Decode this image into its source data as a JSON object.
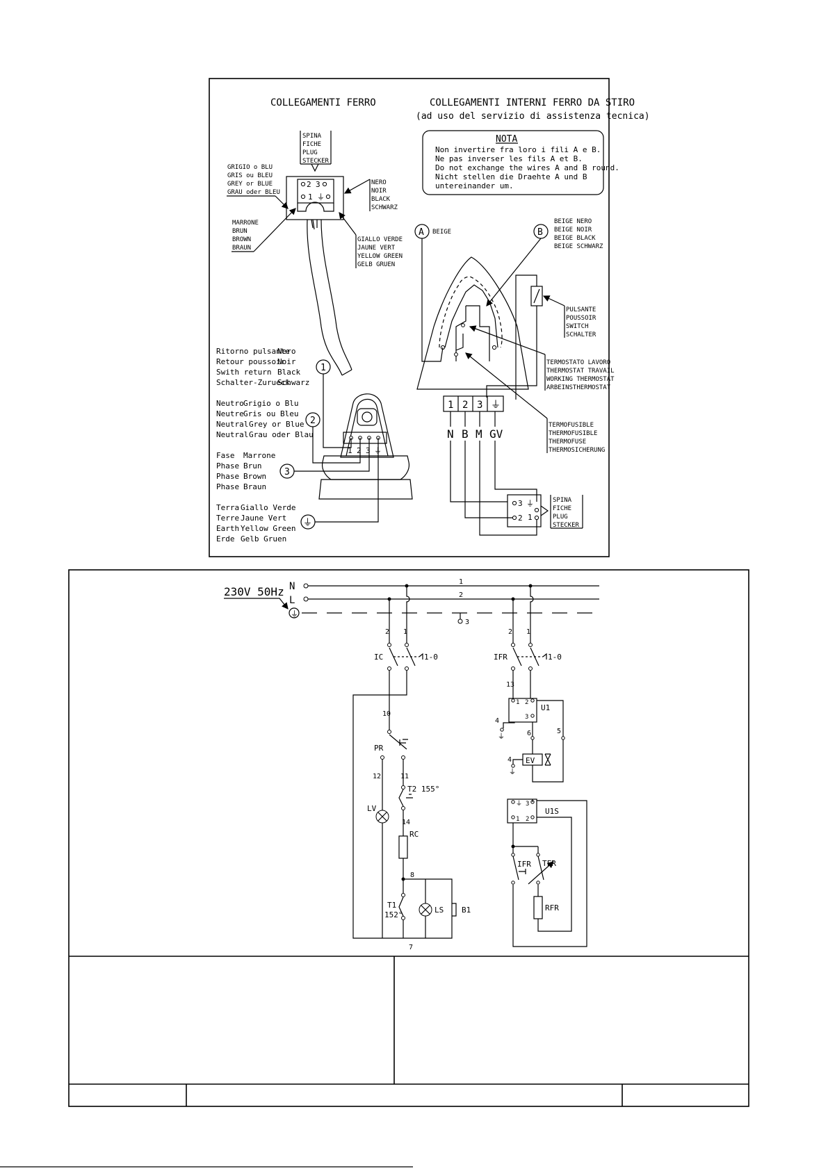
{
  "iron_sheet": {
    "title_left": "COLLEGAMENTI FERRO",
    "title_right": "COLLEGAMENTI INTERNI FERRO DA STIRO",
    "subtitle_right": "(ad uso del servizio di assistenza tecnica)",
    "nota": {
      "title": "NOTA",
      "lines": [
        "Non invertire fra loro i fili A e B.",
        "Ne pas inverser les fils A et B.",
        "Do not exchange the wires A and B round.",
        "Nicht stellen die Draehte A und B",
        "untereinander um."
      ]
    },
    "plug_top": [
      "SPINA",
      "FICHE",
      "PLUG",
      "STECKER"
    ],
    "grey_blue": [
      "GRIGIO o BLU",
      "GRIS ou BLEU",
      "GREY or BLUE",
      "GRAU oder BLEU"
    ],
    "black": [
      "NERO",
      "NOIR",
      "BLACK",
      "SCHWARZ"
    ],
    "brown": [
      "MARRONE",
      "BRUN",
      "BROWN",
      "BRAUN"
    ],
    "yellow_green": [
      "GIALLO VERDE",
      "JAUNE VERT",
      "YELLOW GREEN",
      "GELB GRUEN"
    ],
    "plug_terminals": [
      "2",
      "3",
      "1"
    ],
    "return_rows": [
      [
        "Ritorno pulsante",
        "Nero"
      ],
      [
        "Retour poussoir",
        "Noir"
      ],
      [
        "Swith return",
        "Black"
      ],
      [
        "Schalter-Zurueck",
        "Schwarz"
      ]
    ],
    "neutral_rows": [
      [
        "Neutro",
        "Grigio o Blu"
      ],
      [
        "Neutre",
        "Gris ou Bleu"
      ],
      [
        "Neutral",
        "Grey or Blue"
      ],
      [
        "Neutral",
        "Grau oder Blau"
      ]
    ],
    "phase_rows": [
      [
        "Fase",
        "Marrone"
      ],
      [
        "Phase",
        "Brun"
      ],
      [
        "Phase",
        "Brown"
      ],
      [
        "Phase",
        "Braun"
      ]
    ],
    "earth_rows": [
      [
        "Terra",
        "Giallo Verde"
      ],
      [
        "Terre",
        "Jaune Vert"
      ],
      [
        "Earth",
        "Yellow Green"
      ],
      [
        "Erde",
        "Gelb Gruen"
      ]
    ],
    "callouts": [
      "1",
      "2",
      "3"
    ],
    "handle_terminals": [
      "1",
      "2",
      "3"
    ],
    "wire_a_label": "A",
    "wire_a_text": "BEIGE",
    "wire_b_label": "B",
    "wire_b_text": [
      "BEIGE NERO",
      "BEIGE NOIR",
      "BEIGE BLACK",
      "BEIGE SCHWARZ"
    ],
    "button": [
      "PULSANTE",
      "POUSSOIR",
      "SWITCH",
      "SCHALTER"
    ],
    "thermostat": [
      "TERMOSTATO LAVORO",
      "THERMOSTAT TRAVAIL",
      "WORKING THERMOSTAT",
      "ARBEINSTHERMOSTAT"
    ],
    "thermofuse": [
      "TERMOFUSIBLE",
      "THERMOFUSIBLE",
      "THERMOFUSE",
      "THERMOSICHERUNG"
    ],
    "terminal_block": [
      "1",
      "2",
      "3"
    ],
    "wire_letters": [
      "N",
      "B",
      "M",
      "GV"
    ],
    "plug_bottom": [
      "SPINA",
      "FICHE",
      "PLUG",
      "STECKER"
    ],
    "plug_bottom_terminals": [
      "3",
      "1",
      "2"
    ]
  },
  "schematic": {
    "supply": "230V 50Hz",
    "lines": [
      "N",
      "L"
    ],
    "wire_numbers": {
      "n1": "1",
      "n2": "2",
      "n3": "3",
      "a2": "2",
      "a1": "1",
      "b2": "2",
      "b1": "1",
      "n13": "13",
      "n10": "10",
      "n12": "12",
      "n11": "11",
      "n14": "14",
      "n8": "8",
      "n7": "7",
      "n4a": "4",
      "n6": "6",
      "n5": "5",
      "n4b": "4"
    },
    "components": {
      "ic": "IC",
      "ic_pos": "1-0",
      "ifr": "IFR",
      "ifr_pos": "1-0",
      "u1": "U1",
      "u1_t1": "1",
      "u1_t2": "2",
      "u1_t3": "3",
      "ev": "EV",
      "pr": "PR",
      "t2": "T2 155°",
      "lv": "LV",
      "rc": "RC",
      "t1a": "T1",
      "t1b": "152°",
      "ls": "LS",
      "b1": "B1",
      "u1s": "U1S",
      "u1s_t3": "3",
      "u1s_t1": "1",
      "u1s_t2": "2",
      "ifr2": "IFR",
      "tfr": "TFR",
      "rfr": "RFR"
    }
  }
}
